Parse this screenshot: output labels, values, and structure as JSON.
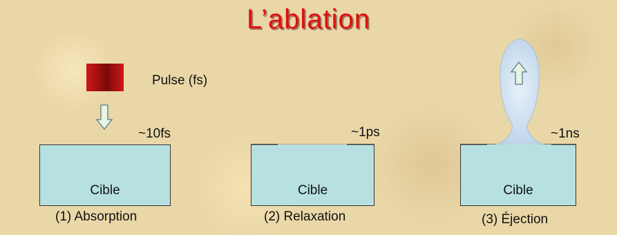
{
  "title": "L’ablation",
  "pulse_label": "Pulse (fs)",
  "stages": [
    {
      "time": "~10fs",
      "target": "Cible",
      "caption": "(1) Absorption"
    },
    {
      "time": "~1ps",
      "target": "Cible",
      "caption": "(2) Relaxation"
    },
    {
      "time": "~1ns",
      "target": "Cible",
      "caption": "(3) Éjection"
    }
  ],
  "colors": {
    "title": "#e01010",
    "target_fill": "#b7e1e1",
    "pulse": "#c41414",
    "relaxation_zone": "#f4a0a6",
    "plume": "#c7dcef",
    "arrow_fill": "#e8f4e4"
  }
}
